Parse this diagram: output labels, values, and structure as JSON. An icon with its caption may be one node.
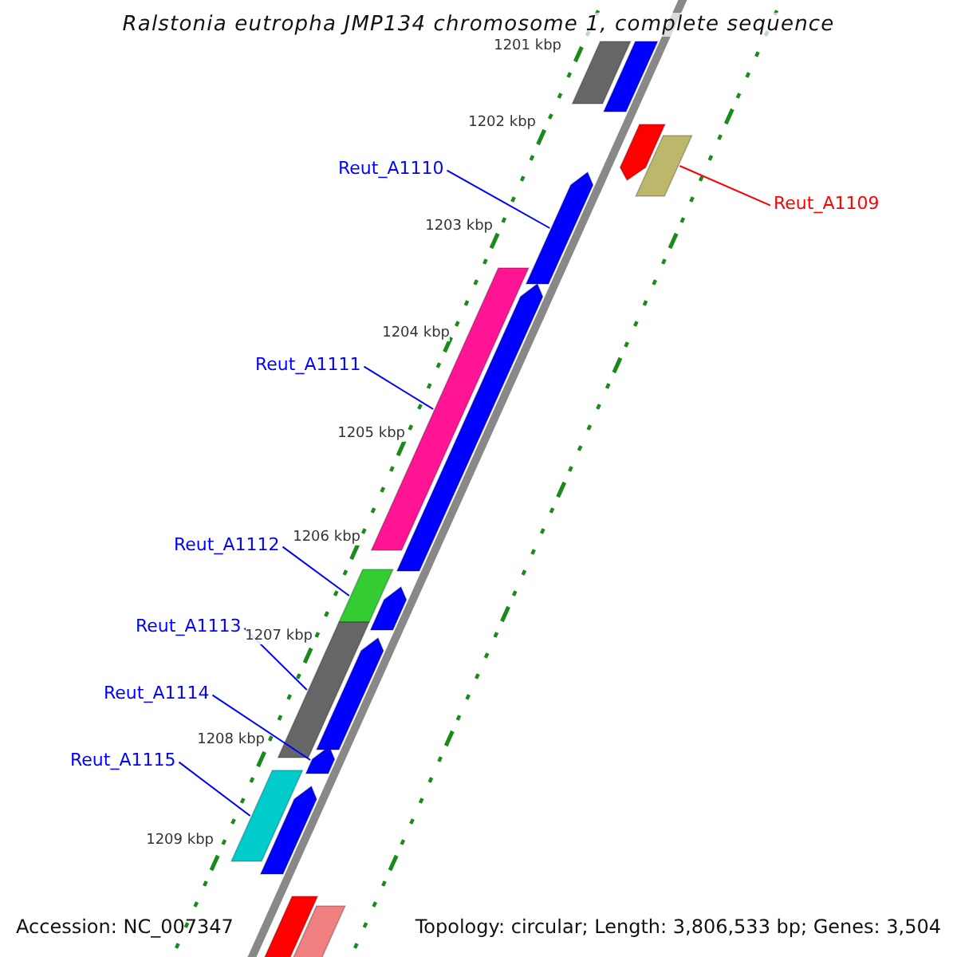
{
  "diagram": {
    "title": "Ralstonia eutropha JMP134 chromosome 1, complete sequence",
    "nodes": [
      {
        "text": [
          "Reut_A1110"
        ]
      },
      {
        "text": [
          "Reut_A1109"
        ]
      },
      {
        "text": [
          "Reut_A1111"
        ]
      },
      {
        "text": [
          "Reut_A1112"
        ]
      },
      {
        "text": [
          "Reut_A1113"
        ]
      },
      {
        "text": [
          "Reut_A1114"
        ]
      },
      {
        "text": [
          "Reut_A1115"
        ]
      },
      {
        "text": [],
        "shape": "bar"
      },
      {
        "text": [],
        "shape": "bar"
      },
      {
        "text": [],
        "shape": "arrow"
      },
      {
        "text": [],
        "shape": "bar"
      },
      {
        "text": [],
        "shape": "arrow"
      },
      {
        "text": [],
        "shape": "bar"
      },
      {
        "text": [],
        "shape": "arrow"
      },
      {
        "text": [],
        "shape": "bar"
      },
      {
        "text": [],
        "shape": "arrow"
      },
      {
        "text": [],
        "shape": "bar"
      },
      {
        "text": [],
        "shape": "arrow"
      },
      {
        "text": [],
        "shape": "arrow"
      },
      {
        "text": [],
        "shape": "bar"
      },
      {
        "text": [],
        "shape": "arrow"
      },
      {
        "text": [],
        "shape": "bar"
      },
      {
        "text": [],
        "shape": "bar"
      }
    ],
    "edges": [
      {
        "from": 0,
        "to": 11,
        "arrow": "none"
      },
      {
        "from": 1,
        "to": 10,
        "arrow": "none",
        "color": "#ff0000"
      },
      {
        "from": 2,
        "to": 12,
        "arrow": "none"
      },
      {
        "from": 3,
        "to": 14,
        "arrow": "none"
      },
      {
        "from": 4,
        "to": 16,
        "arrow": "none"
      },
      {
        "from": 5,
        "to": 18,
        "arrow": "none"
      },
      {
        "from": 6,
        "to": 19,
        "arrow": "none"
      }
    ],
    "labels": [
      "1201 kbp",
      "1202 kbp",
      "1203 kbp",
      "1204 kbp",
      "1205 kbp",
      "1206 kbp",
      "1207 kbp",
      "1208 kbp",
      "1209 kbp",
      "Accession: NC_007347",
      "Topology: circular; Length: 3,806,533 bp; Genes: 3,504"
    ]
  }
}
